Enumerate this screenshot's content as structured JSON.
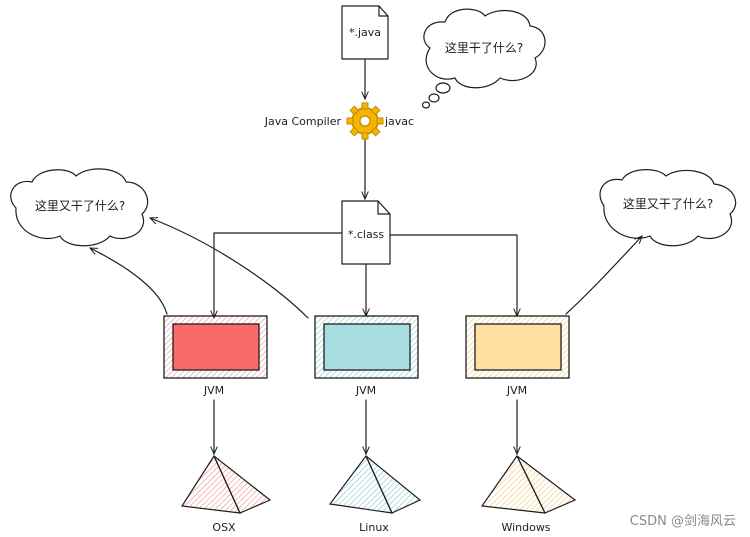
{
  "source_file": {
    "label": "*.java"
  },
  "compiler": {
    "left_label": "Java Compiler",
    "right_label": "javac",
    "icon": "gear-icon"
  },
  "class_file": {
    "label": "*.class"
  },
  "thoughts": {
    "top": "这里干了什么?",
    "left": "这里又干了什么?",
    "right": "这里又干了什么?"
  },
  "jvms": [
    {
      "label": "JVM",
      "os": "OSX",
      "color": "#fa5252",
      "light": "#ffc9c9"
    },
    {
      "label": "JVM",
      "os": "Linux",
      "color": "#99d6db",
      "light": "#c5eef0"
    },
    {
      "label": "JVM",
      "os": "Windows",
      "color": "#ffd88a",
      "light": "#ffeec7"
    }
  ],
  "watermark": "CSDN @剑海风云"
}
